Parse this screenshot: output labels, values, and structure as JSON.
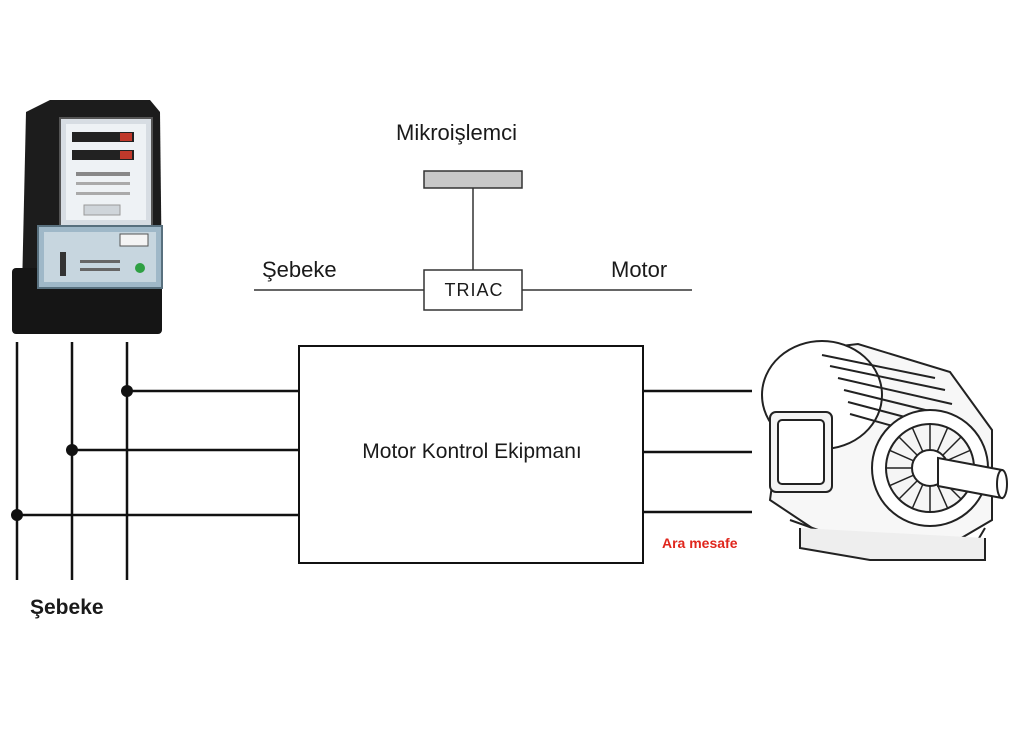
{
  "diagram": {
    "microprocessor_label": "Mikroişlemci",
    "triac_label": "TRIAC",
    "grid_label_top": "Şebeke",
    "motor_label_top": "Motor",
    "control_unit_label": "Motor Kontrol Ekipmanı",
    "distance_label": "Ara mesafe",
    "grid_label_bottom": "Şebeke"
  },
  "pictures": {
    "meter": "electricity-meter",
    "motor": "electric-motor"
  },
  "colors": {
    "line": "#111111",
    "box_fill": "#ffffff",
    "processor_fill": "#c8c8c8",
    "distance_label": "#e0261c",
    "meter_body": "#1c1c1c",
    "motor_outline": "#222222"
  }
}
